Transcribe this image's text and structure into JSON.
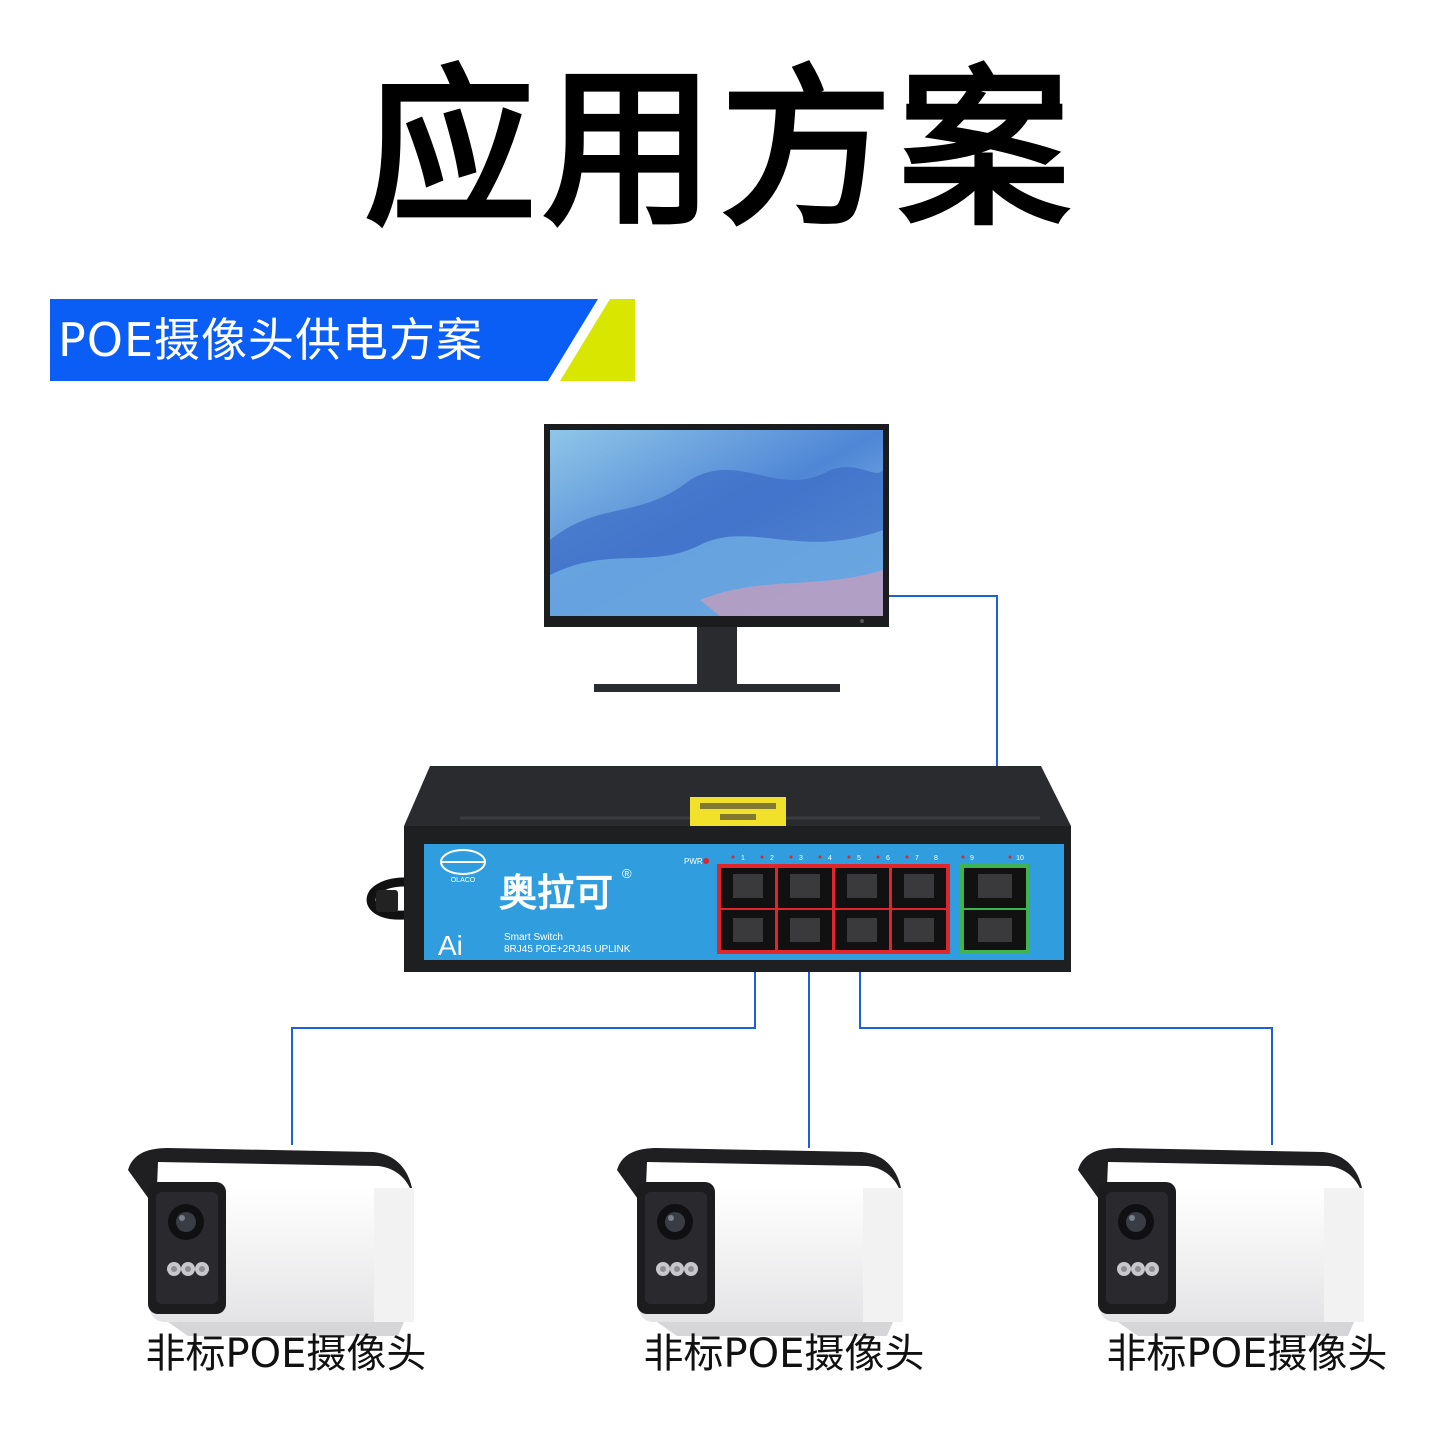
{
  "title": "应用方案",
  "banner": {
    "text": "POE摄像头供电方案",
    "colors": {
      "blue": "#0A5EF6",
      "yellow": "#D8E600"
    }
  },
  "switch": {
    "brand": "奥拉可",
    "series": "Ai",
    "model_line1": "Smart Switch",
    "model_line2": "8RJ45 POE+2RJ45 UPLINK",
    "pwr_label": "PWR",
    "port_numbers": [
      "1",
      "2",
      "3",
      "4",
      "5",
      "6",
      "7",
      "8",
      "9",
      "10"
    ],
    "colors": {
      "panel": "#2F9DDE",
      "body": "#1E1F21",
      "poe_border": "#E0262A",
      "uplink_border": "#3FB34F"
    }
  },
  "connection_color": "#1F5FD6",
  "cameras": [
    {
      "label": "非标POE摄像头"
    },
    {
      "label": "非标POE摄像头"
    },
    {
      "label": "非标POE摄像头"
    }
  ]
}
